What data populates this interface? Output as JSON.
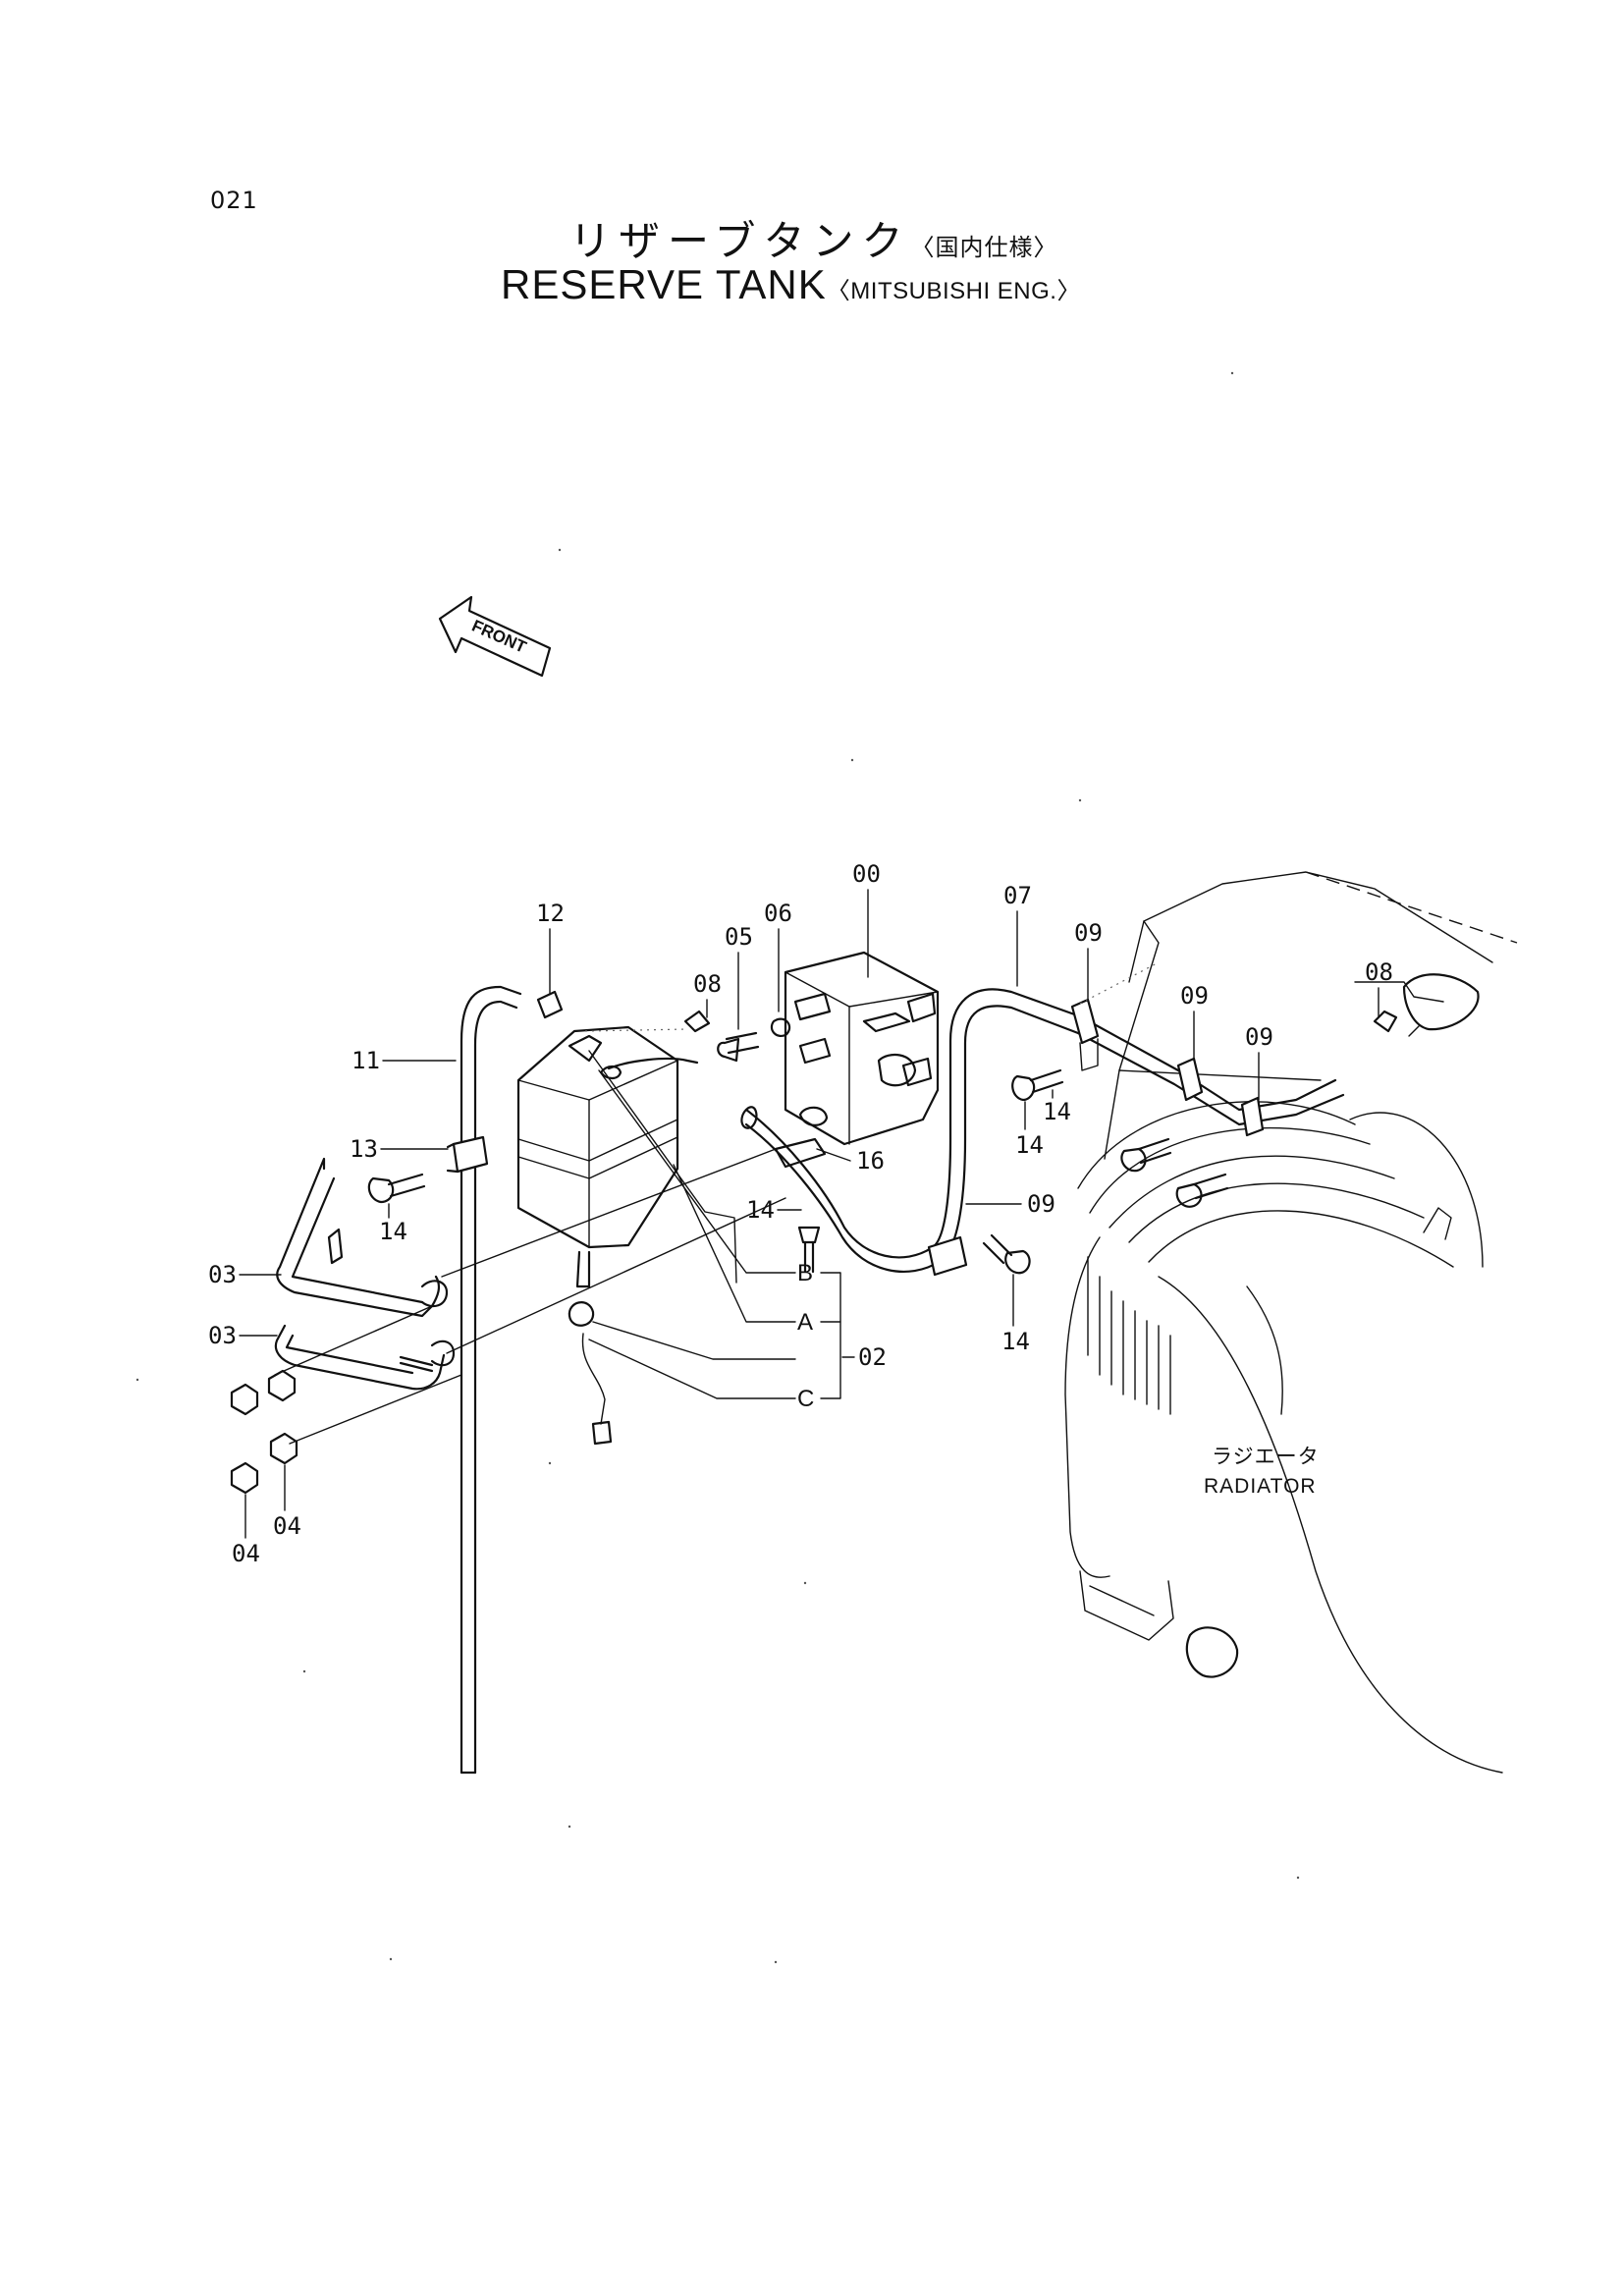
{
  "page_number": "021",
  "title": {
    "jp": "リザーブタンク",
    "jp_spec": "〈国内仕様〉",
    "en": "RESERVE  TANK",
    "en_spec": "〈MITSUBISHI  ENG.〉"
  },
  "direction_arrow": {
    "label": "FRONT",
    "icon": "front-arrow-icon"
  },
  "radiator_label": {
    "jp": "ラジエータ",
    "en": "RADIATOR"
  },
  "part_callouts": [
    "00",
    "02",
    "03",
    "03",
    "04",
    "04",
    "05",
    "06",
    "07",
    "08",
    "08",
    "09",
    "09",
    "09",
    "09",
    "11",
    "12",
    "13",
    "14",
    "14",
    "14",
    "14",
    "14",
    "16"
  ],
  "hose_references": [
    "A",
    "B",
    "C"
  ]
}
